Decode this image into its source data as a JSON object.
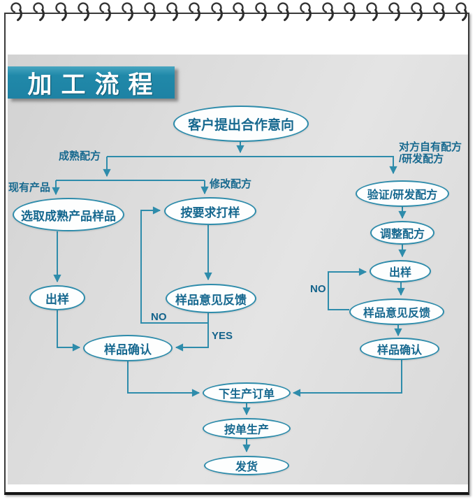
{
  "header": {
    "title": "加工流程"
  },
  "flow": {
    "nodes": [
      {
        "id": "customer-intent",
        "label": "客户提出合作意向"
      },
      {
        "id": "select-mature-sample",
        "label": "选取成熟产品样品"
      },
      {
        "id": "sample-on-request",
        "label": "按要求打样"
      },
      {
        "id": "verify-develop-formula",
        "label": "验证/研发配方"
      },
      {
        "id": "adjust-formula",
        "label": "调整配方"
      },
      {
        "id": "sample-out-left",
        "label": "出样"
      },
      {
        "id": "sample-feedback-mid",
        "label": "样品意见反馈"
      },
      {
        "id": "sample-out-right",
        "label": "出样"
      },
      {
        "id": "sample-feedback-right",
        "label": "样品意见反馈"
      },
      {
        "id": "sample-confirm-left",
        "label": "样品确认"
      },
      {
        "id": "sample-confirm-right",
        "label": "样品确认"
      },
      {
        "id": "production-order",
        "label": "下生产订单"
      },
      {
        "id": "produce-per-order",
        "label": "按单生产"
      },
      {
        "id": "ship",
        "label": "发货"
      }
    ],
    "labels": {
      "mature_formula": "成熟配方",
      "existing_product": "现有产品",
      "modify_formula": "修改配方",
      "own_formula_line1": "对方自有配方",
      "own_formula_line2": "/研发配方",
      "no_mid": "NO",
      "yes_mid": "YES",
      "no_right": "NO"
    },
    "colors": {
      "stroke": "#2e8cab",
      "node_text": "#16688f",
      "banner": "#1f86a7"
    }
  }
}
